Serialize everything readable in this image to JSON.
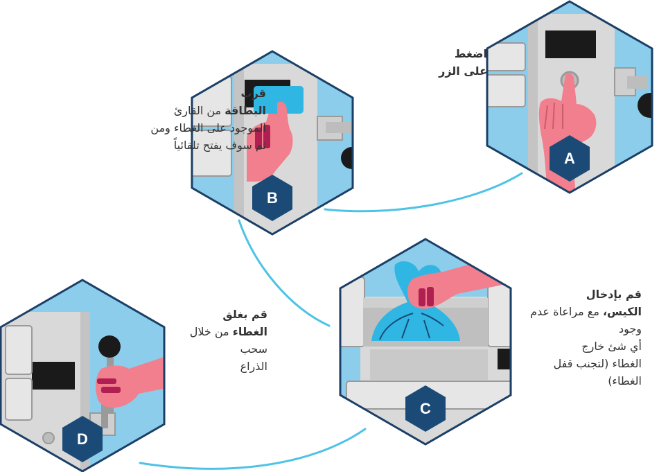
{
  "colors": {
    "hex_border": "#1b3f66",
    "sky_blue": "#8bcdea",
    "badge_navy": "#1b4a76",
    "connector_line": "#4cc3e6",
    "skin_pink": "#f27f8d",
    "device_grey": "#d9d9d9",
    "display_dark": "#1a1a1a",
    "bag_blue": "#2fb6e3",
    "text_dark": "#333333"
  },
  "steps": [
    {
      "badge": "A",
      "caption": {
        "bold_lines": [
          "اضغط",
          "على الزر"
        ],
        "lines": []
      }
    },
    {
      "badge": "B",
      "caption": {
        "bold_lines": [
          "قرب"
        ],
        "mixed_line": {
          "bold": "البطاقة",
          "rest": " من القارئ"
        },
        "lines": [
          "الموجود على الغطاء ومن",
          "ثم سوف يفتح تلقائياً"
        ]
      }
    },
    {
      "badge": "C",
      "caption": {
        "bold_lines": [
          "قم بإدخال"
        ],
        "mixed_line": {
          "bold": "الكيس،",
          "rest": " مع مراعاة عدم"
        },
        "lines": [
          "وجود",
          "أي شئ خارج",
          "الغطاء (لتجنب قفل",
          "الغطاء)"
        ]
      }
    },
    {
      "badge": "D",
      "caption": {
        "bold_lines": [
          "قم بغلق"
        ],
        "mixed_line": {
          "bold": "الغطاء",
          "rest": " من خلال"
        },
        "lines": [
          "سحب",
          "الذراع"
        ]
      }
    }
  ]
}
